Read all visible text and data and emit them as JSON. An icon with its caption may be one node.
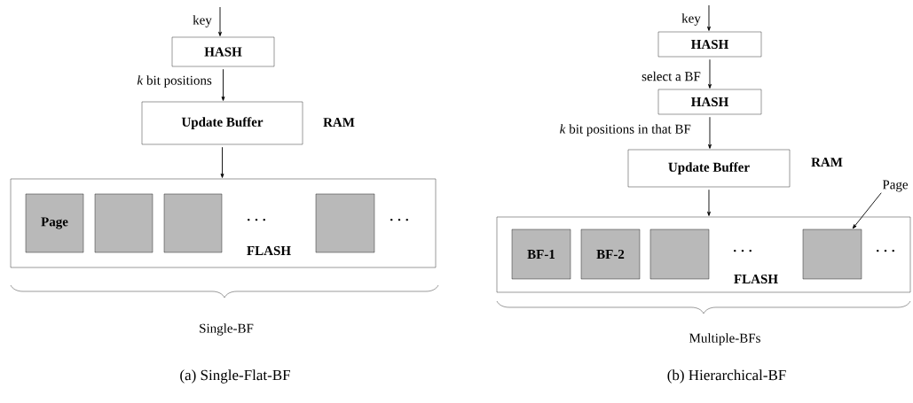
{
  "diagram": {
    "nodes": [
      {
        "text": [
          "HASH"
        ]
      },
      {
        "text": [
          "Update Buffer"
        ],
        "beside": [
          "RAM"
        ]
      },
      {
        "text": [
          "FLASH"
        ]
      },
      {
        "text": [
          "Page"
        ],
        "in": 2
      },
      {
        "text": [],
        "shape": "box",
        "in": 2
      },
      {
        "text": [],
        "shape": "box",
        "in": 2
      },
      {
        "text": [],
        "shape": "box",
        "in": 2
      },
      {
        "text": [
          "HASH"
        ]
      },
      {
        "text": [
          "HASH"
        ]
      },
      {
        "text": [
          "Update Buffer"
        ],
        "beside": [
          "RAM"
        ]
      },
      {
        "text": [
          "FLASH"
        ]
      },
      {
        "text": [
          "BF-1"
        ],
        "in": 10
      },
      {
        "text": [
          "BF-2"
        ],
        "in": 10
      },
      {
        "text": [],
        "shape": "box",
        "in": 10
      },
      {
        "text": [],
        "shape": "box",
        "in": 10
      },
      {
        "text": [
          "Page"
        ]
      }
    ],
    "edges": [
      {
        "from": null,
        "to": 0,
        "arrow": "to",
        "label": "key"
      },
      {
        "from": 0,
        "to": 1,
        "arrow": "to",
        "label": "*k* bit positions"
      },
      {
        "from": 1,
        "to": 2,
        "arrow": "to"
      },
      {
        "from": null,
        "to": 7,
        "arrow": "to",
        "label": "key"
      },
      {
        "from": 7,
        "to": 8,
        "arrow": "to",
        "label": "select a BF"
      },
      {
        "from": 8,
        "to": 9,
        "arrow": "to",
        "label": "*k* bit positions in that BF"
      },
      {
        "from": 9,
        "to": 10,
        "arrow": "to"
      },
      {
        "from": 15,
        "to": 14,
        "arrow": "to"
      }
    ],
    "labels": [
      "· · ·",
      "· · ·",
      "Single-BF",
      "· · ·",
      "· · ·",
      "Multiple-BFs",
      "(a) Single-Flat-BF",
      "(b) Hierarchical-BF"
    ]
  }
}
